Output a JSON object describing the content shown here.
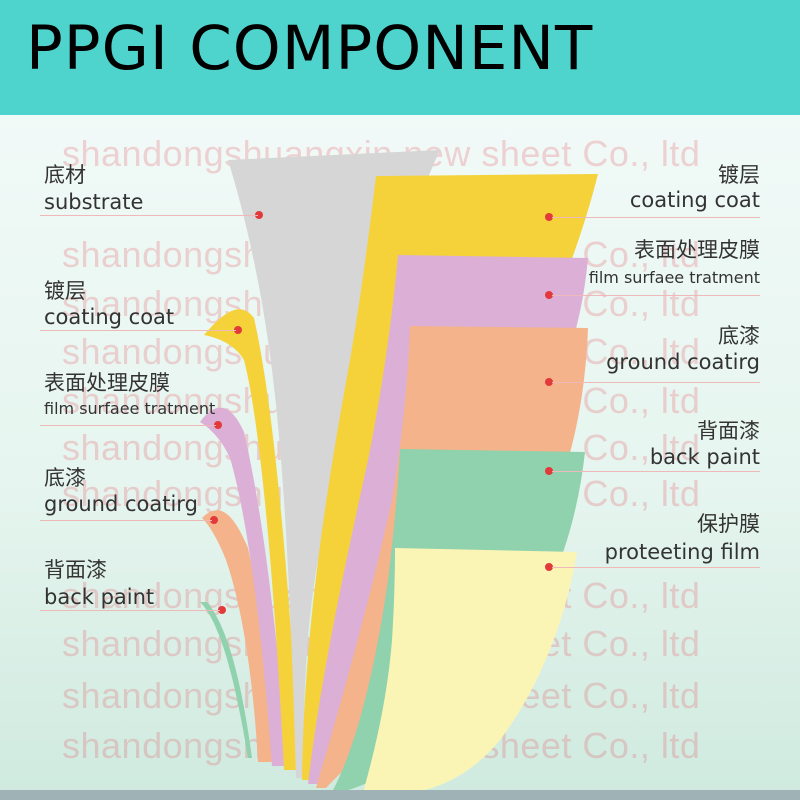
{
  "title": "PPGI COMPONENT",
  "watermark": "shandongshuangxin new sheet Co., ltd",
  "colors": {
    "header_bg": "#4ed3cd",
    "substrate": "#d6d6d6",
    "coating": "#f5d23a",
    "film": "#dcb0d6",
    "ground": "#f4b38a",
    "back": "#8fd2ad",
    "protecting": "#fbf5b5",
    "marker": "#e23a3a"
  },
  "left_labels": [
    {
      "cn": "底材",
      "en": "substrate"
    },
    {
      "cn": "镀层",
      "en": "coating coat"
    },
    {
      "cn": "表面处理皮膜",
      "en": "film surfaee tratment"
    },
    {
      "cn": "底漆",
      "en": "ground coatirg"
    },
    {
      "cn": "背面漆",
      "en": "back paint"
    }
  ],
  "right_labels": [
    {
      "cn": "镀层",
      "en": "coating coat"
    },
    {
      "cn": "表面处理皮膜",
      "en": "film surfaee tratment"
    },
    {
      "cn": "底漆",
      "en": "ground coatirg"
    },
    {
      "cn": "背面漆",
      "en": "back paint"
    },
    {
      "cn": "保护膜",
      "en": "proteeting film"
    }
  ]
}
